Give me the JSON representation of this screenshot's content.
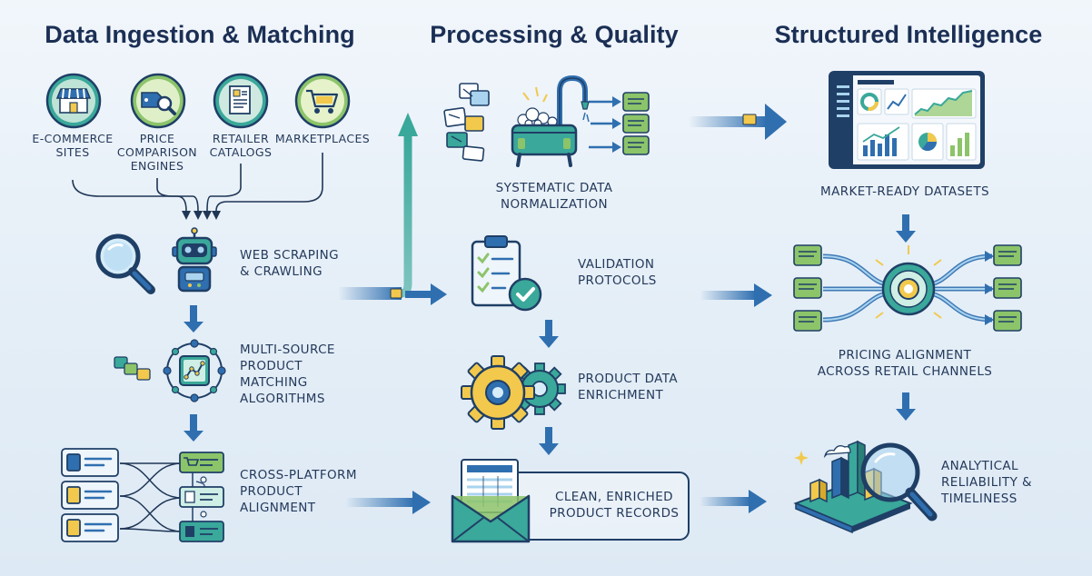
{
  "columns": {
    "ingestion": {
      "title": "Data Ingestion & Matching"
    },
    "processing": {
      "title": "Processing & Quality"
    },
    "intelligence": {
      "title": "Structured Intelligence"
    }
  },
  "sources": [
    {
      "label_lines": [
        "E-COMMERCE",
        "SITES"
      ]
    },
    {
      "label_lines": [
        "PRICE",
        "COMPARISON",
        "ENGINES"
      ]
    },
    {
      "label_lines": [
        "RETAILER",
        "CATALOGS"
      ]
    },
    {
      "label_lines": [
        "MARKETPLACES"
      ]
    }
  ],
  "ingestion_steps": {
    "scraping": {
      "label_lines": [
        "WEB SCRAPING",
        "& CRAWLING"
      ]
    },
    "matching": {
      "label_lines": [
        "MULTI-SOURCE",
        "PRODUCT",
        "MATCHING",
        "ALGORITHMS"
      ]
    },
    "alignment": {
      "label_lines": [
        "CROSS-PLATFORM",
        "PRODUCT",
        "ALIGNMENT"
      ]
    }
  },
  "processing_steps": {
    "normalization": {
      "label_lines": [
        "SYSTEMATIC DATA",
        "NORMALIZATION"
      ]
    },
    "validation": {
      "label_lines": [
        "VALIDATION",
        "PROTOCOLS"
      ]
    },
    "enrichment": {
      "label_lines": [
        "PRODUCT DATA",
        "ENRICHMENT"
      ]
    },
    "records": {
      "label_lines": [
        "CLEAN, ENRICHED",
        "PRODUCT RECORDS"
      ]
    }
  },
  "intelligence_steps": {
    "datasets": {
      "label_lines": [
        "MARKET-READY DATASETS"
      ]
    },
    "pricing": {
      "label_lines": [
        "PRICING ALIGNMENT",
        "ACROSS RETAIL CHANNELS"
      ]
    },
    "reliability": {
      "label_lines": [
        "ANALYTICAL",
        "RELIABILITY &",
        "TIMELINESS"
      ]
    }
  },
  "colors": {
    "navy": "#1f3f66",
    "blue": "#2f6fb0",
    "teal": "#3aa89a",
    "green": "#8cc46a",
    "yellow": "#f2c94c",
    "light_blue": "#a9d3ee"
  },
  "icons": [
    "storefront-icon",
    "price-tag-magnifier-icon",
    "catalog-document-icon",
    "shopping-cart-icon",
    "magnifying-glass-icon",
    "robot-icon",
    "network-hub-icon",
    "product-card-stack-icon",
    "washing-basin-icon",
    "clipboard-check-icon",
    "gears-icon",
    "envelope-records-icon",
    "dashboard-monitor-icon",
    "pricing-hub-icon",
    "analytics-city-icon"
  ]
}
